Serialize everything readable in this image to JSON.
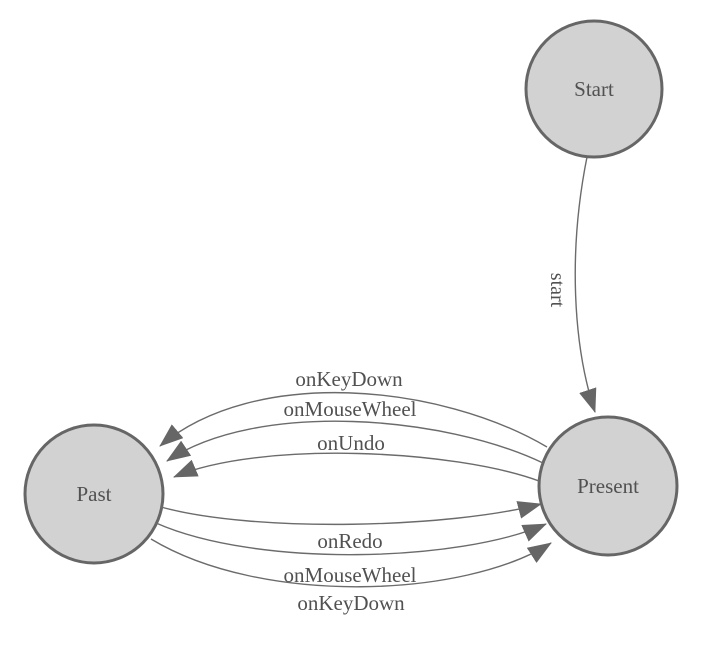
{
  "diagram": {
    "kind": "finite-state-machine",
    "colors": {
      "background": "#ffffff",
      "node_fill": "#d2d2d2",
      "node_stroke": "#666666",
      "edge_stroke": "#6b6b6b",
      "arrow_fill": "#666666",
      "label_text": "#515151"
    },
    "nodes": [
      {
        "id": "start",
        "label": "Start"
      },
      {
        "id": "past",
        "label": "Past"
      },
      {
        "id": "present",
        "label": "Present"
      }
    ],
    "edges": [
      {
        "id": "start-to-present",
        "from": "Start",
        "to": "Present",
        "label": "start"
      },
      {
        "id": "present-to-past-onkeydown",
        "from": "Present",
        "to": "Past",
        "label": "onKeyDown"
      },
      {
        "id": "present-to-past-onmousewheel",
        "from": "Present",
        "to": "Past",
        "label": "onMouseWheel"
      },
      {
        "id": "present-to-past-onundo",
        "from": "Present",
        "to": "Past",
        "label": "onUndo"
      },
      {
        "id": "past-to-present-onredo",
        "from": "Past",
        "to": "Present",
        "label": "onRedo"
      },
      {
        "id": "past-to-present-onmousewheel",
        "from": "Past",
        "to": "Present",
        "label": "onMouseWheel"
      },
      {
        "id": "past-to-present-onkeydown",
        "from": "Past",
        "to": "Present",
        "label": "onKeyDown"
      }
    ]
  }
}
